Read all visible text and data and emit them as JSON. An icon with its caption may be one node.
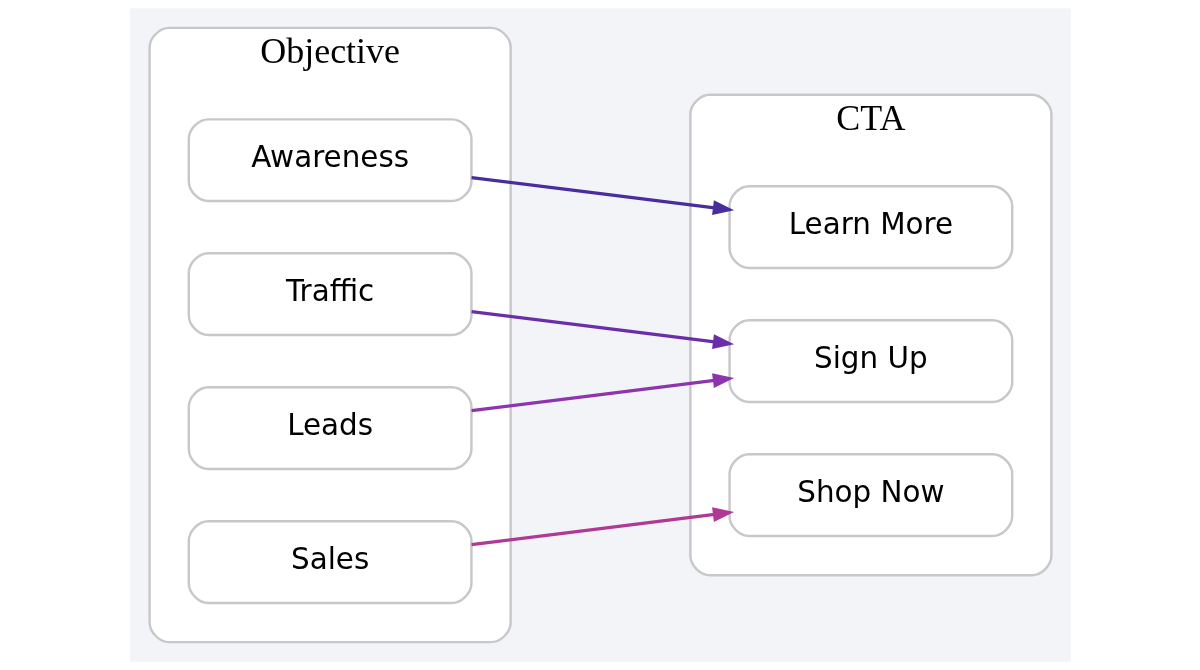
{
  "diagram": {
    "nodes": [
      {
        "text": [
          "Objective"
        ]
      },
      {
        "text": [
          "Awareness"
        ],
        "in": 0
      },
      {
        "text": [
          "Traffic"
        ],
        "in": 0
      },
      {
        "text": [
          "Leads"
        ],
        "in": 0
      },
      {
        "text": [
          "Sales"
        ],
        "in": 0
      },
      {
        "text": [
          "CTA"
        ]
      },
      {
        "text": [
          "Learn More"
        ],
        "in": 5
      },
      {
        "text": [
          "Sign Up"
        ],
        "in": 5
      },
      {
        "text": [
          "Shop Now"
        ],
        "in": 5
      }
    ],
    "edges": [
      {
        "from": 1,
        "to": 6,
        "arrow": "to",
        "color": "#4a2d9c"
      },
      {
        "from": 2,
        "to": 7,
        "arrow": "to",
        "color": "#6a2fa8"
      },
      {
        "from": 3,
        "to": 7,
        "arrow": "to",
        "color": "#8e34ad"
      },
      {
        "from": 4,
        "to": 8,
        "arrow": "to",
        "color": "#b03896"
      }
    ]
  }
}
